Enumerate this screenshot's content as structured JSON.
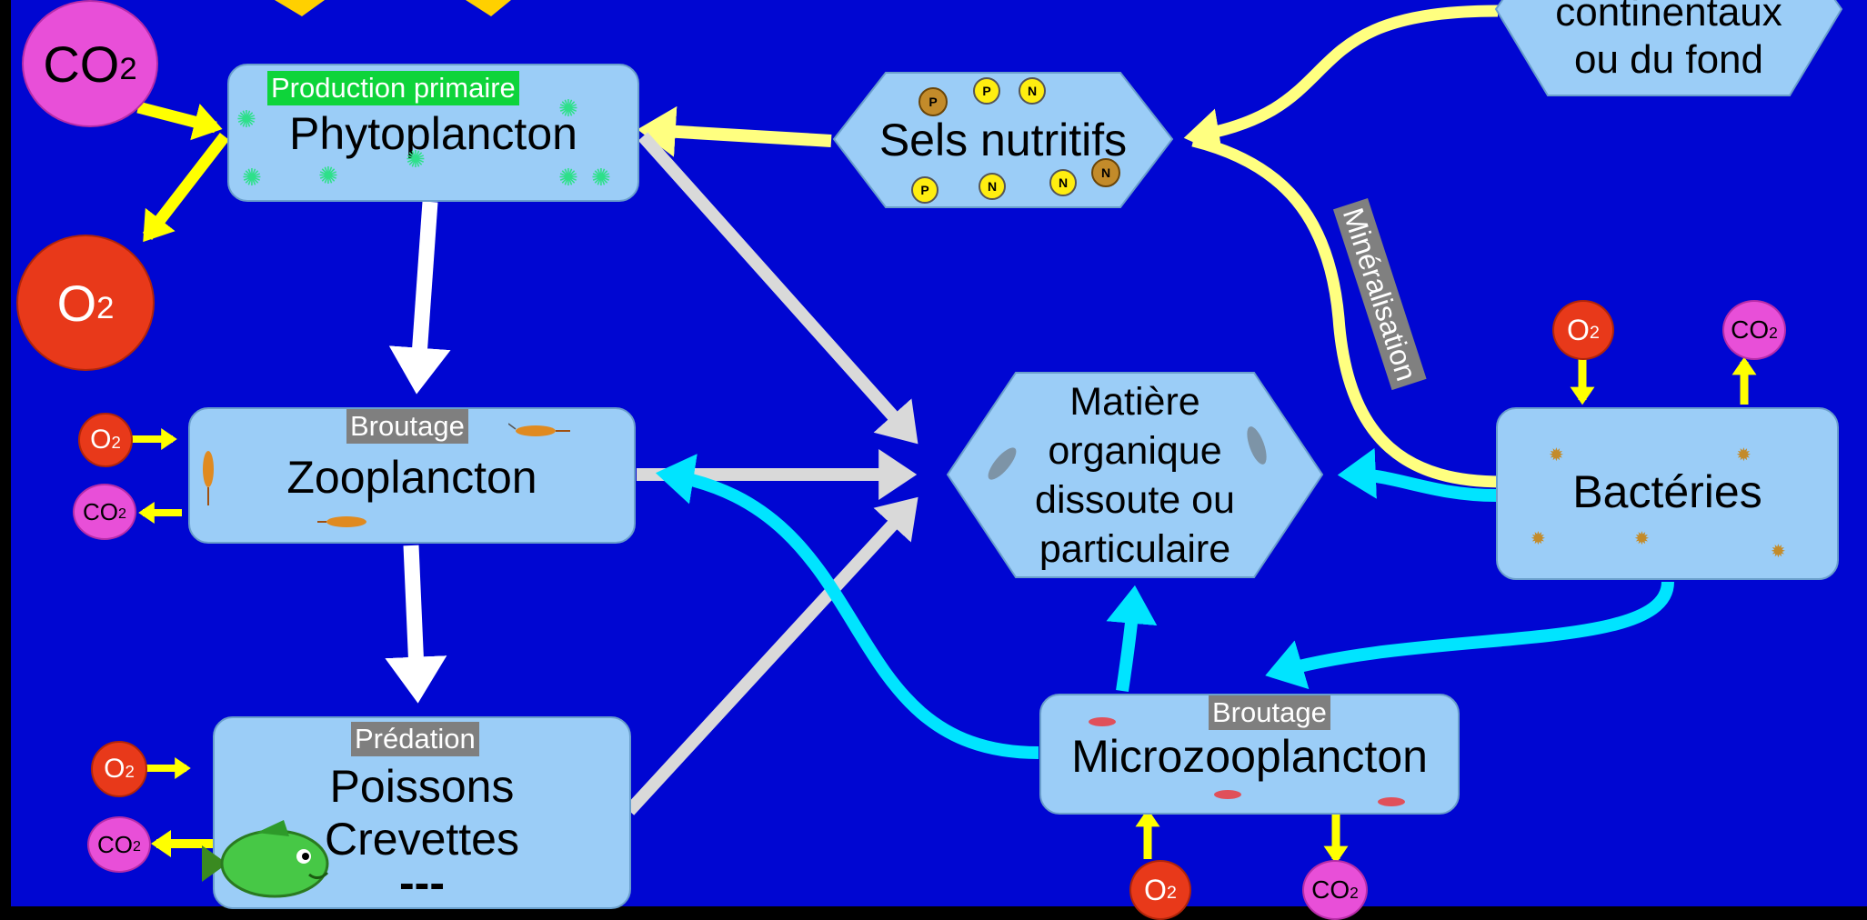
{
  "colors": {
    "background": "#0006d2",
    "box_fill": "#9bcdf7",
    "trophic_arrow": "#ffffff",
    "detritus_arrow": "#d9d9d9",
    "microbial_arrow": "#00e4ff",
    "nutrient_arrow": "#ffff80",
    "gas_arrow": "#ffff00",
    "o2": "#e8391a",
    "co2": "#e84fd8"
  },
  "nodes": {
    "phytoplancton": {
      "tag": "Production primaire",
      "label": "Phytoplancton"
    },
    "zooplancton": {
      "tag": "Broutage",
      "label": "Zooplancton"
    },
    "poissons": {
      "tag": "Prédation",
      "line1": "Poissons",
      "line2": "Crevettes",
      "line3": "---"
    },
    "sels": {
      "label": "Sels nutritifs"
    },
    "apports": {
      "line1": "continentaux",
      "line2": "ou du fond"
    },
    "matiere": {
      "line1": "Matière",
      "line2": "organique",
      "line3": "dissoute ou",
      "line4": "particulaire"
    },
    "bacteries": {
      "label": "Bactéries"
    },
    "microzoo": {
      "tag": "Broutage",
      "label": "Microzooplancton"
    }
  },
  "edge_labels": {
    "mineralisation": "Minéralisation"
  },
  "gases": {
    "o2_main": "O",
    "o2_sub": "2",
    "co2_main": "CO",
    "co2_sub": "2"
  },
  "ions": {
    "p": "P",
    "n": "N"
  },
  "icons": [
    "algae-cell-icon",
    "copepod-icon",
    "fish-icon",
    "bacterium-icon",
    "ciliate-icon"
  ]
}
